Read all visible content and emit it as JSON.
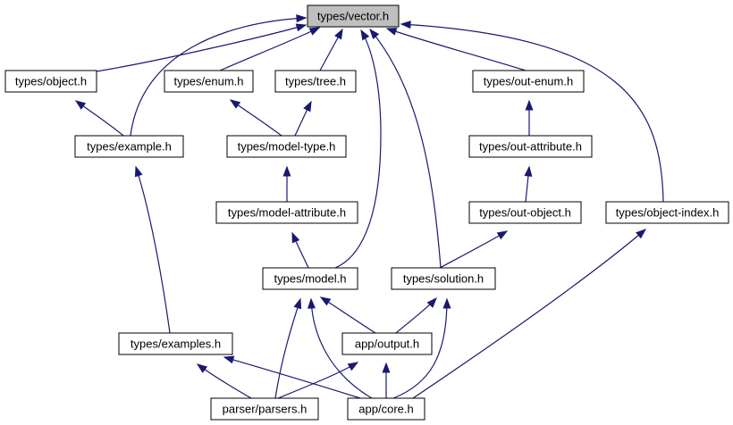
{
  "colors": {
    "edge": "#191970",
    "root_fill": "#bfbfbf",
    "node_fill": "#ffffff",
    "border": "#000000"
  },
  "nodes": [
    {
      "id": "vector",
      "label": "types/vector.h",
      "root": true
    },
    {
      "id": "object",
      "label": "types/object.h"
    },
    {
      "id": "enum",
      "label": "types/enum.h"
    },
    {
      "id": "tree",
      "label": "types/tree.h"
    },
    {
      "id": "out_enum",
      "label": "types/out-enum.h"
    },
    {
      "id": "example",
      "label": "types/example.h"
    },
    {
      "id": "model_type",
      "label": "types/model-type.h"
    },
    {
      "id": "out_attribute",
      "label": "types/out-attribute.h"
    },
    {
      "id": "model_attribute",
      "label": "types/model-attribute.h"
    },
    {
      "id": "out_object",
      "label": "types/out-object.h"
    },
    {
      "id": "object_index",
      "label": "types/object-index.h"
    },
    {
      "id": "model",
      "label": "types/model.h"
    },
    {
      "id": "solution",
      "label": "types/solution.h"
    },
    {
      "id": "examples",
      "label": "types/examples.h"
    },
    {
      "id": "output",
      "label": "app/output.h"
    },
    {
      "id": "parsers",
      "label": "parser/parsers.h"
    },
    {
      "id": "core",
      "label": "app/core.h"
    }
  ],
  "edges": [
    {
      "from": "object",
      "to": "vector"
    },
    {
      "from": "example",
      "to": "vector"
    },
    {
      "from": "enum",
      "to": "vector"
    },
    {
      "from": "tree",
      "to": "vector"
    },
    {
      "from": "model",
      "to": "vector"
    },
    {
      "from": "solution",
      "to": "vector"
    },
    {
      "from": "out_enum",
      "to": "vector"
    },
    {
      "from": "object_index",
      "to": "vector"
    },
    {
      "from": "example",
      "to": "object"
    },
    {
      "from": "model_type",
      "to": "enum"
    },
    {
      "from": "model_type",
      "to": "tree"
    },
    {
      "from": "out_attribute",
      "to": "out_enum"
    },
    {
      "from": "examples",
      "to": "example"
    },
    {
      "from": "model_attribute",
      "to": "model_type"
    },
    {
      "from": "out_object",
      "to": "out_attribute"
    },
    {
      "from": "model",
      "to": "model_attribute"
    },
    {
      "from": "solution",
      "to": "out_object"
    },
    {
      "from": "core",
      "to": "object_index"
    },
    {
      "from": "output",
      "to": "model"
    },
    {
      "from": "parsers",
      "to": "model"
    },
    {
      "from": "core",
      "to": "model"
    },
    {
      "from": "output",
      "to": "solution"
    },
    {
      "from": "core",
      "to": "solution"
    },
    {
      "from": "parsers",
      "to": "examples"
    },
    {
      "from": "core",
      "to": "examples"
    },
    {
      "from": "parsers",
      "to": "output"
    },
    {
      "from": "core",
      "to": "output"
    }
  ]
}
